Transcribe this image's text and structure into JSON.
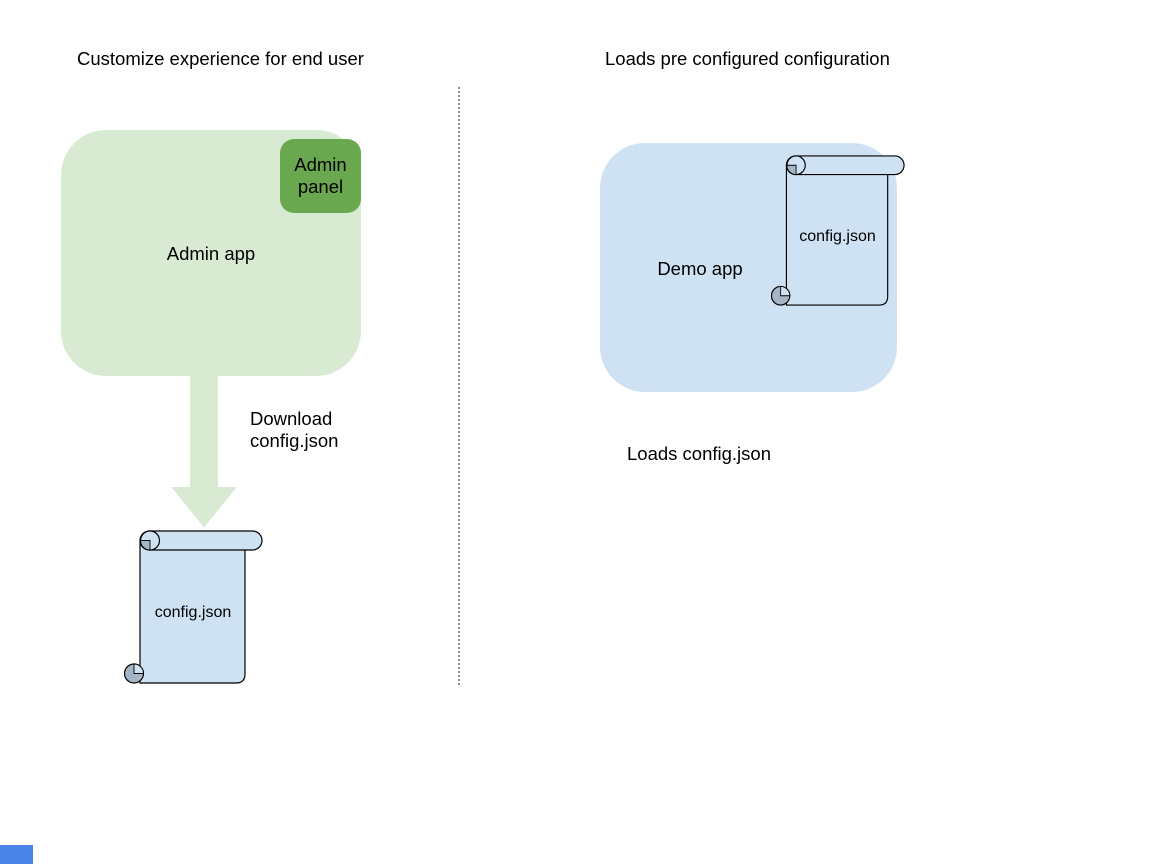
{
  "diagram": {
    "left": {
      "title": "Customize experience for end user",
      "admin_app_label": "Admin app",
      "admin_panel_label": "Admin panel",
      "arrow_caption": "Download config.json",
      "file_label": "config.json"
    },
    "right": {
      "title": "Loads pre configured configuration",
      "demo_app_label": "Demo app",
      "file_label": "config.json",
      "caption": "Loads config.json"
    },
    "icons": {
      "down_arrow": "download-arrow-icon",
      "scroll": "config-file-scroll-shape"
    },
    "colors": {
      "admin_app_fill": "#d9ead3",
      "admin_panel_fill": "#6aa84f",
      "arrow_fill": "#d9ead3",
      "file_scroll_fill": "#cfe2f3",
      "demo_app_fill": "#cfe2f3",
      "scroll_curl_shade": "#a5b5c5",
      "scroll_stroke": "#000000",
      "divider_color": "#8f8f8f",
      "corner_swatch": "#4a86e8",
      "text_color": "#000000"
    }
  }
}
